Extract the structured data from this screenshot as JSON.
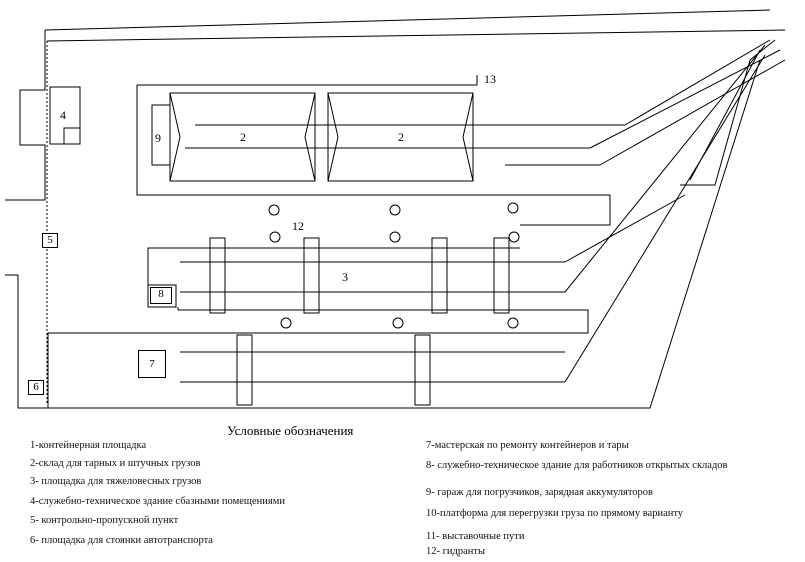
{
  "labels": {
    "l2a": "2",
    "l2b": "2",
    "l3": "3",
    "l4": "4",
    "l5": "5",
    "l6": "6",
    "l7": "7",
    "l8": "8",
    "l9": "9",
    "l12": "12",
    "l13": "13"
  },
  "legend": {
    "title": "Условные обозначения",
    "left": [
      "1-контейнерная площадка",
      "2-склад для тарных и штучных грузов",
      "3- площадка для тяжеловесных грузов",
      "4-служебно-техническое здание сбазными помещениями",
      "5- контрольно-пропускной пункт",
      "6- площадка для стоянки автотранспорта"
    ],
    "right": [
      "7-мастерская по ремонту контейнеров и тары",
      "8- служебно-техническое здание для работников открытых складов",
      "9- гараж для погрузчиков, зарядная аккумуляторов",
      "10-платформа для перегрузки груза по прямому варианту",
      "11- выставочные пути",
      "12- гидранты"
    ]
  }
}
